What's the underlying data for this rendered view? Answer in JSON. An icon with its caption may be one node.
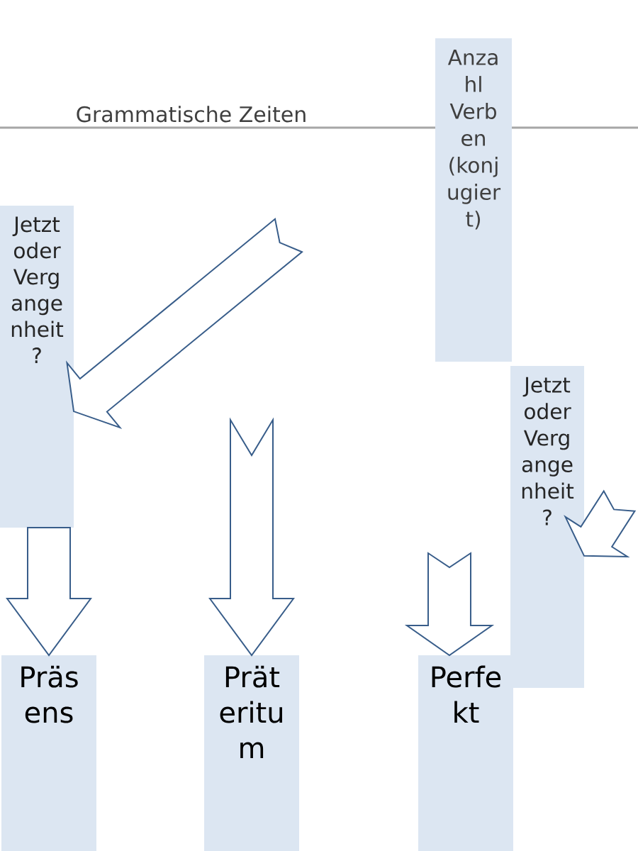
{
  "diagram": {
    "title": "Grammatische Zeiten",
    "nodes": [
      {
        "text": [
          "Anza hl Verb en (konj ugier t)"
        ]
      },
      {
        "text": [
          "Jetzt oder Verg ange nheit ?"
        ]
      },
      {
        "text": [
          "Jetzt oder Verg ange nheit ?"
        ]
      },
      {
        "text": [
          "Präs ens"
        ]
      },
      {
        "text": [
          "Prät eritu m"
        ]
      },
      {
        "text": [
          "Perfe kt"
        ]
      }
    ],
    "edges": [
      {
        "from": null,
        "to": 1,
        "arrow": "to"
      },
      {
        "from": null,
        "to": 2,
        "arrow": "to"
      },
      {
        "from": 1,
        "to": 3,
        "arrow": "to"
      },
      {
        "from": null,
        "to": 4,
        "arrow": "to"
      },
      {
        "from": null,
        "to": 5,
        "arrow": "to"
      }
    ]
  }
}
